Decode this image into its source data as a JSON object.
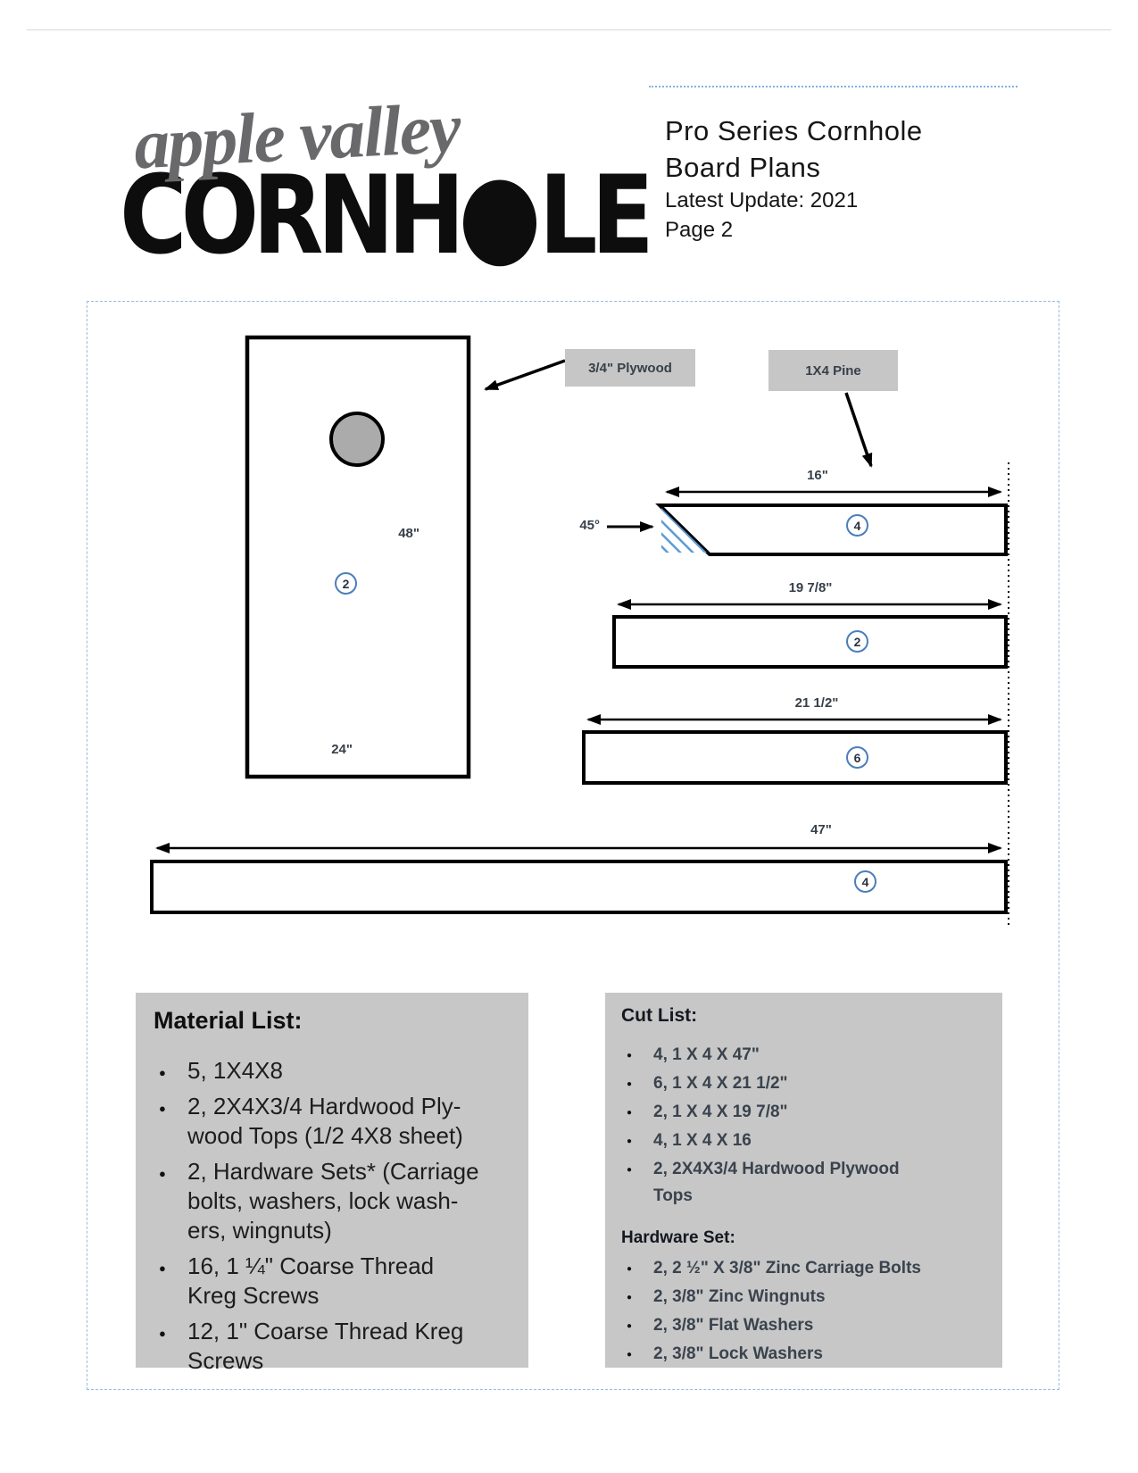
{
  "logo": {
    "script_text": "apple valley",
    "block_part1": "CORNH",
    "block_part2": "LE"
  },
  "header": {
    "title_line1": "Pro Series Cornhole",
    "title_line2": "Board Plans",
    "update_line": "Latest Update: 2021",
    "page_line": "Page 2"
  },
  "diagram": {
    "plywood_callout": "3/4\" Plywood",
    "pine_callout": "1X4 Pine",
    "angle_label": "45°",
    "board_top": {
      "length_label": "48\"",
      "width_label": "24\"",
      "qty": "2"
    },
    "pieces": [
      {
        "label": "16\"",
        "qty": "4"
      },
      {
        "label": "19 7/8\"",
        "qty": "2"
      },
      {
        "label": "21 1/2\"",
        "qty": "6"
      },
      {
        "label": "47\"",
        "qty": "4"
      }
    ]
  },
  "material_list": {
    "title": "Material List:",
    "items": [
      [
        "5, 1X4X8"
      ],
      [
        "2, 2X4X3/4 Hardwood Ply-",
        "wood Tops (1/2 4X8 sheet)"
      ],
      [
        "2, Hardware Sets* (Carriage",
        "bolts, washers, lock wash-",
        "ers, wingnuts)"
      ],
      [
        "16, 1 ¼\" Coarse Thread",
        "Kreg Screws"
      ],
      [
        "12, 1\" Coarse Thread Kreg",
        "Screws"
      ]
    ]
  },
  "cut_list": {
    "title": "Cut List:",
    "items": [
      [
        "4, 1 X 4 X 47\""
      ],
      [
        "6, 1 X 4 X 21 1/2\""
      ],
      [
        "2, 1 X 4 X 19 7/8\""
      ],
      [
        "4, 1 X 4 X 16"
      ],
      [
        "2, 2X4X3/4 Hardwood Plywood",
        "Tops"
      ]
    ],
    "hardware_title": "Hardware Set:",
    "hardware_items": [
      [
        "2, 2 ½\" X 3/8\" Zinc Carriage Bolts"
      ],
      [
        "2, 3/8\" Zinc Wingnuts"
      ],
      [
        "2, 3/8\" Flat Washers"
      ],
      [
        "2, 3/8\" Lock Washers"
      ]
    ]
  },
  "colors": {
    "hatch_blue": "#5b9bd5",
    "label_gray": "#c6c6c6",
    "dashed_border_blue": "#92bce6"
  }
}
